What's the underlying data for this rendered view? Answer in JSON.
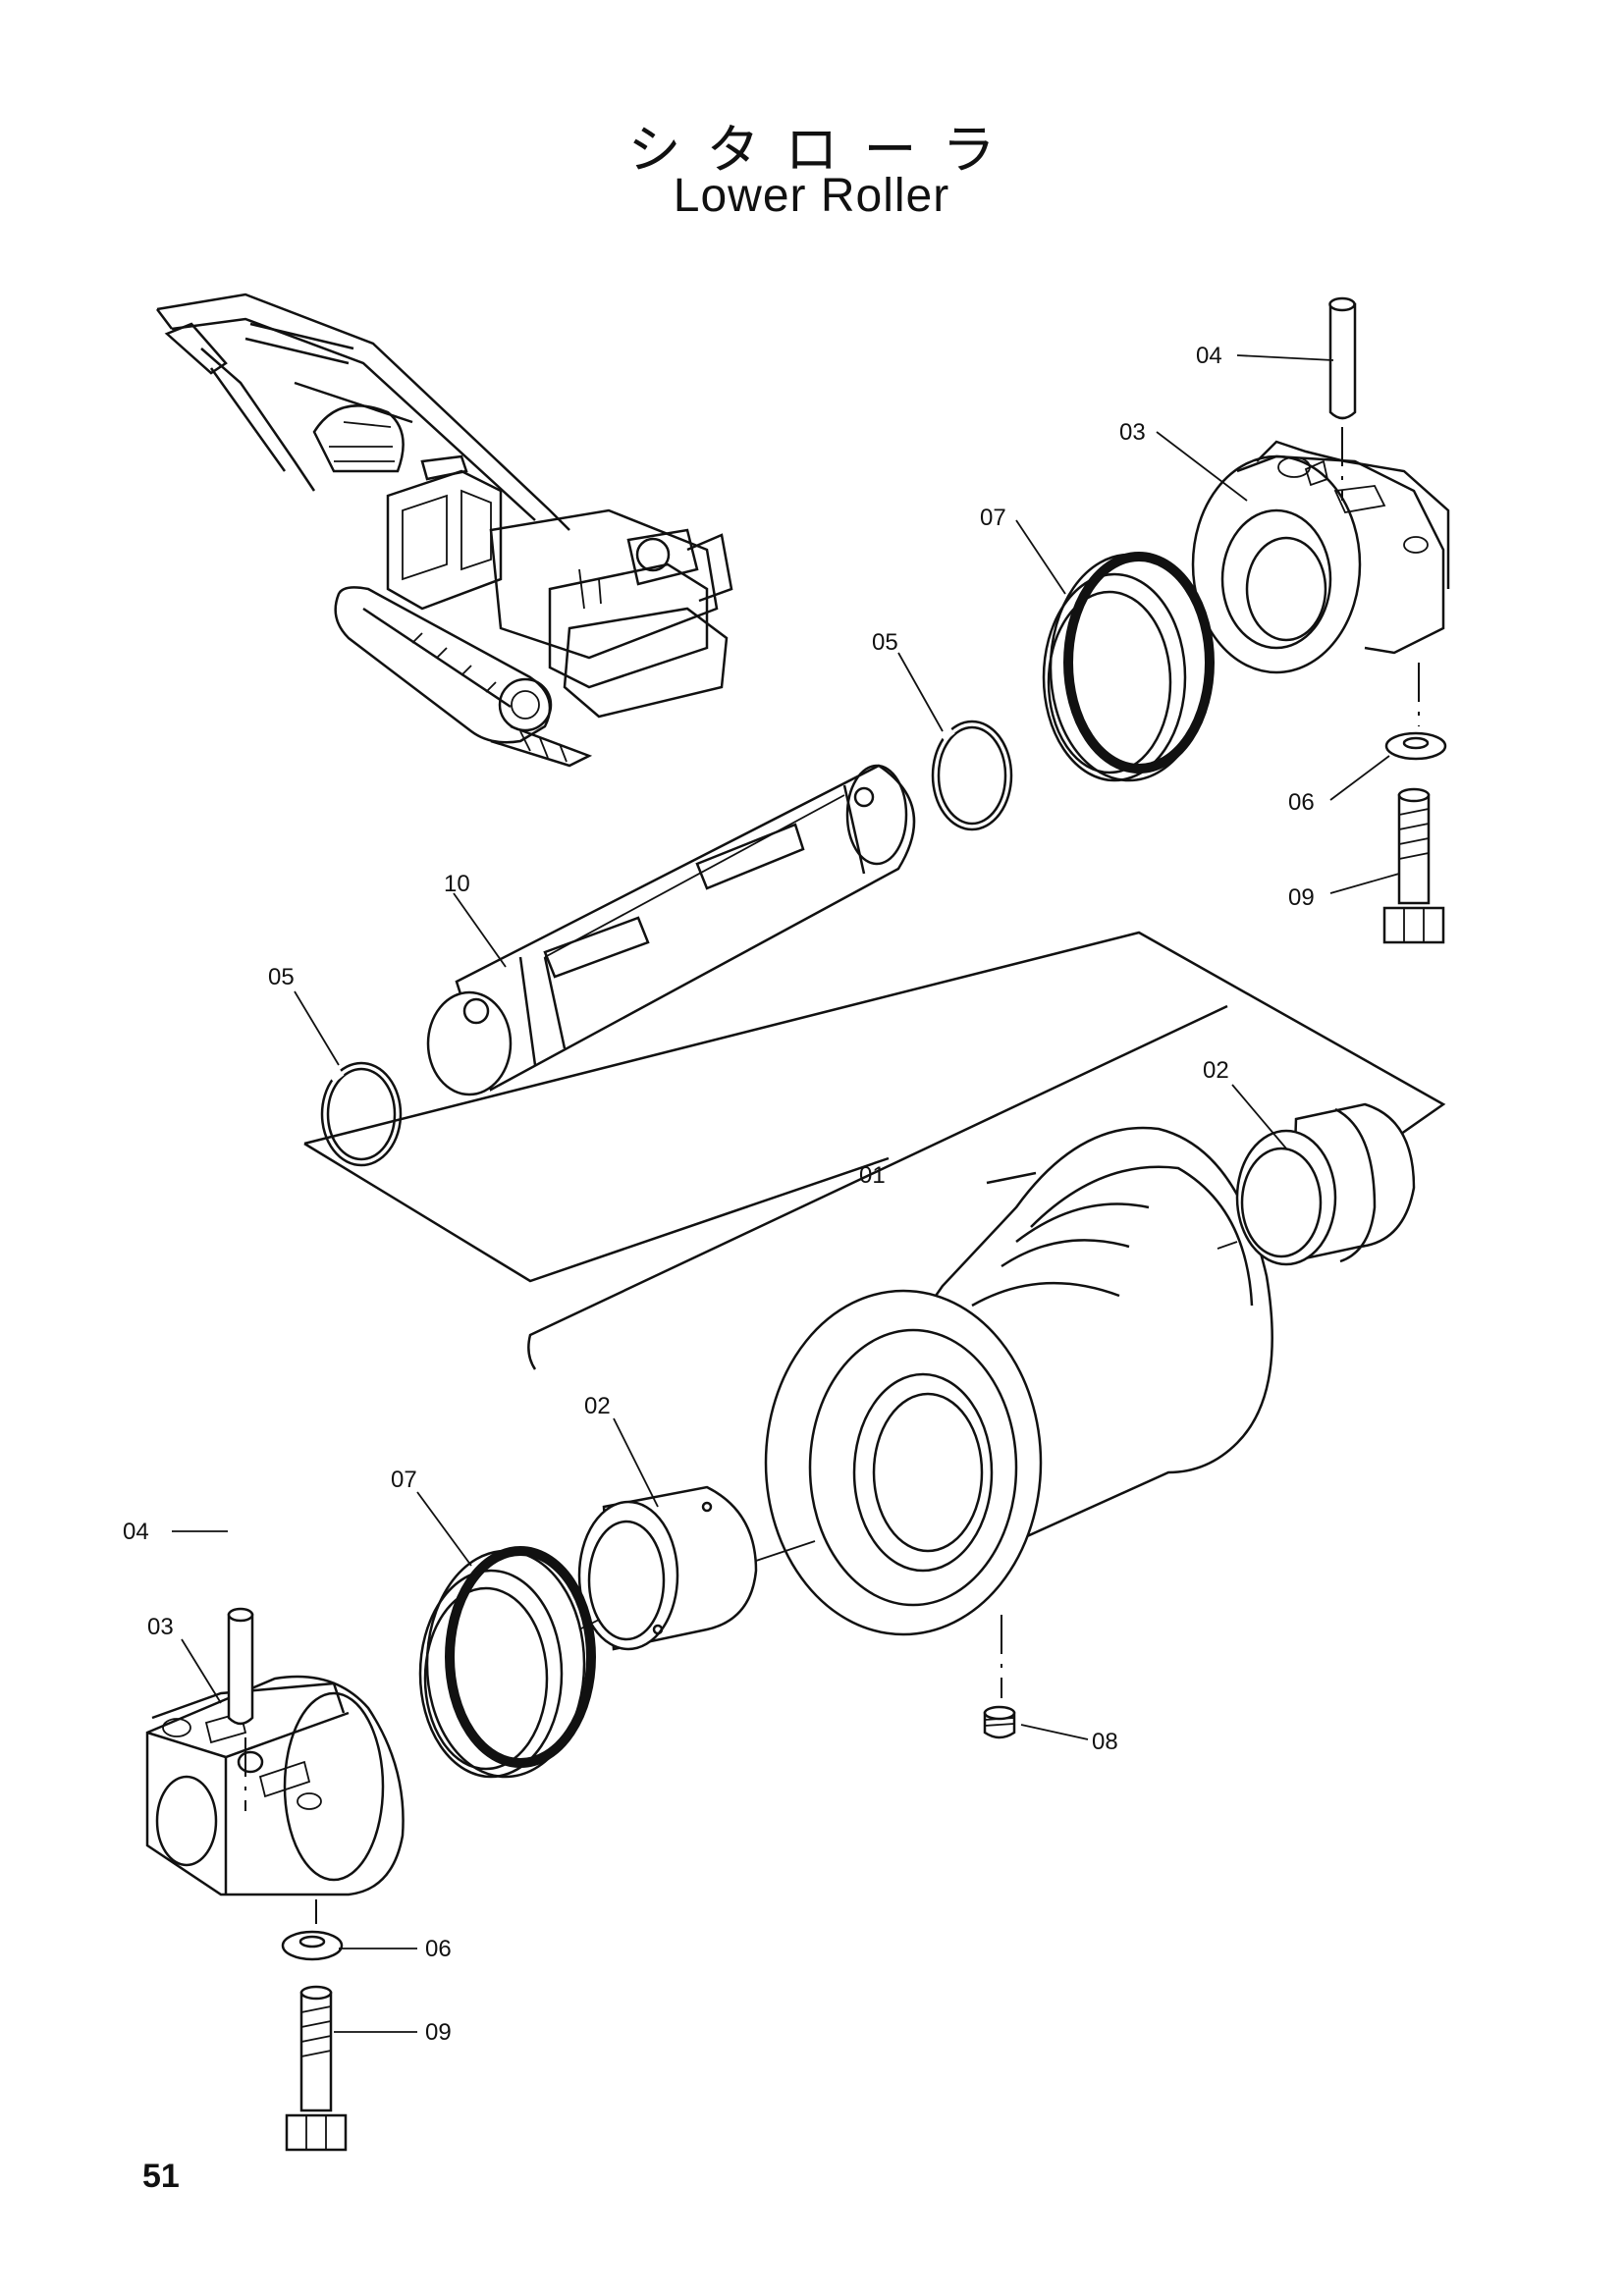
{
  "title": {
    "japanese": "シタローラ",
    "english": "Lower Roller"
  },
  "page_number": "51",
  "callouts": {
    "c01": "01",
    "c02_upper": "02",
    "c02_lower": "02",
    "c03_upper": "03",
    "c03_lower": "03",
    "c04_upper": "04",
    "c04_lower": "04",
    "c05_left": "05",
    "c05_right": "05",
    "c06_upper": "06",
    "c06_lower": "06",
    "c07_upper": "07",
    "c07_lower": "07",
    "c08": "08",
    "c09_upper": "09",
    "c09_lower": "09",
    "c10": "10"
  }
}
